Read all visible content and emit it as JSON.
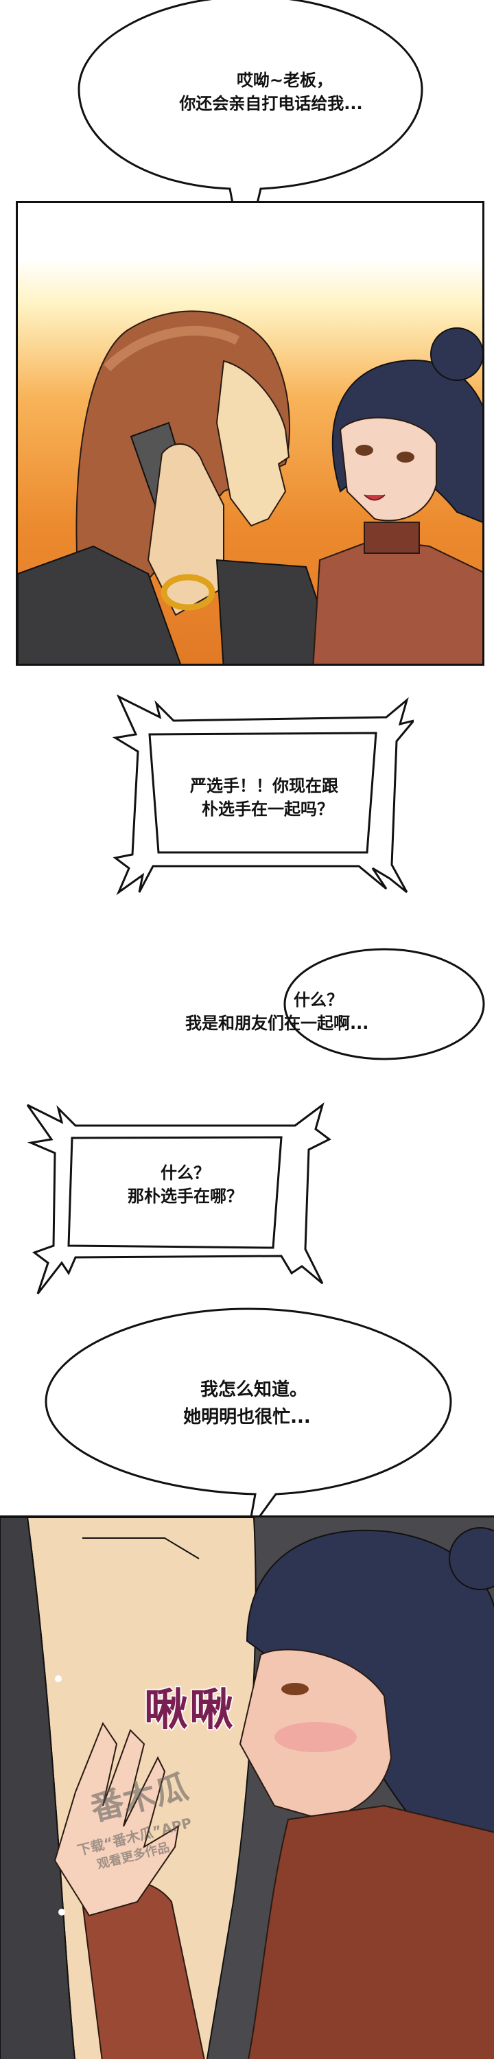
{
  "comic": {
    "panels": [
      {
        "id": "panel-1",
        "scene": "man-on-phone-with-woman",
        "background_colors": {
          "top": "#fff6d8",
          "mid": "#f6a34a",
          "bottom": "#e07a22"
        }
      },
      {
        "id": "panel-2",
        "scene": "close-up-kiss",
        "background_colors": {
          "base": "#4a4a4e",
          "skin": "#f2d2b4",
          "outfit": "#8a3e2c",
          "hair": "#2e3550"
        }
      }
    ],
    "bubbles": [
      {
        "id": "bubble-1",
        "type": "speech",
        "lines": [
          "哎呦~老板，",
          "你还会亲自打电话给我..."
        ]
      },
      {
        "id": "bubble-2",
        "type": "phone-jagged",
        "lines": [
          "严选手！！你现在跟",
          "朴选手在一起吗？"
        ]
      },
      {
        "id": "bubble-3",
        "type": "speech",
        "lines": [
          "什么？",
          "我是和朋友们在一起啊..."
        ]
      },
      {
        "id": "bubble-4",
        "type": "phone-jagged",
        "lines": [
          "什么？",
          "那朴选手在哪？"
        ]
      },
      {
        "id": "bubble-5",
        "type": "speech",
        "lines": [
          "我怎么知道。",
          "她明明也很忙..."
        ]
      }
    ],
    "sfx": {
      "text": "啾啾",
      "color": "#7a1f52"
    },
    "watermark": {
      "logo_text": "番木瓜",
      "line1": "下载“番木瓜”APP",
      "line2": "观看更多作品"
    }
  }
}
